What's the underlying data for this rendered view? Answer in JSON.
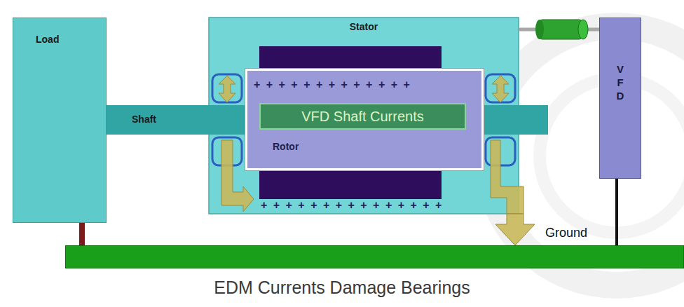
{
  "diagram": {
    "caption": "EDM Currents Damage Bearings",
    "nodes": [
      {
        "text": [
          "Load"
        ]
      },
      {
        "text": [
          "Stator"
        ]
      },
      {
        "text": [
          "Shaft"
        ]
      },
      {
        "text": [
          "Rotor"
        ],
        "in": 1
      },
      {
        "text": [
          "VFD Shaft Currents"
        ],
        "in": 3
      },
      {
        "text": [
          "VFD"
        ]
      },
      {
        "text": [
          "Ground"
        ]
      }
    ],
    "edges": [
      {
        "from": 1,
        "to": 5,
        "arrow": "none"
      },
      {
        "from": 1,
        "to": 6,
        "arrow": "to"
      },
      {
        "from": 5,
        "to": 6,
        "arrow": "none"
      },
      {
        "from": 0,
        "to": 6,
        "arrow": "none"
      }
    ],
    "labels": [
      "+ + + + + + + + + + + + +",
      "+ + + + + + + + + + + + + + +"
    ]
  }
}
